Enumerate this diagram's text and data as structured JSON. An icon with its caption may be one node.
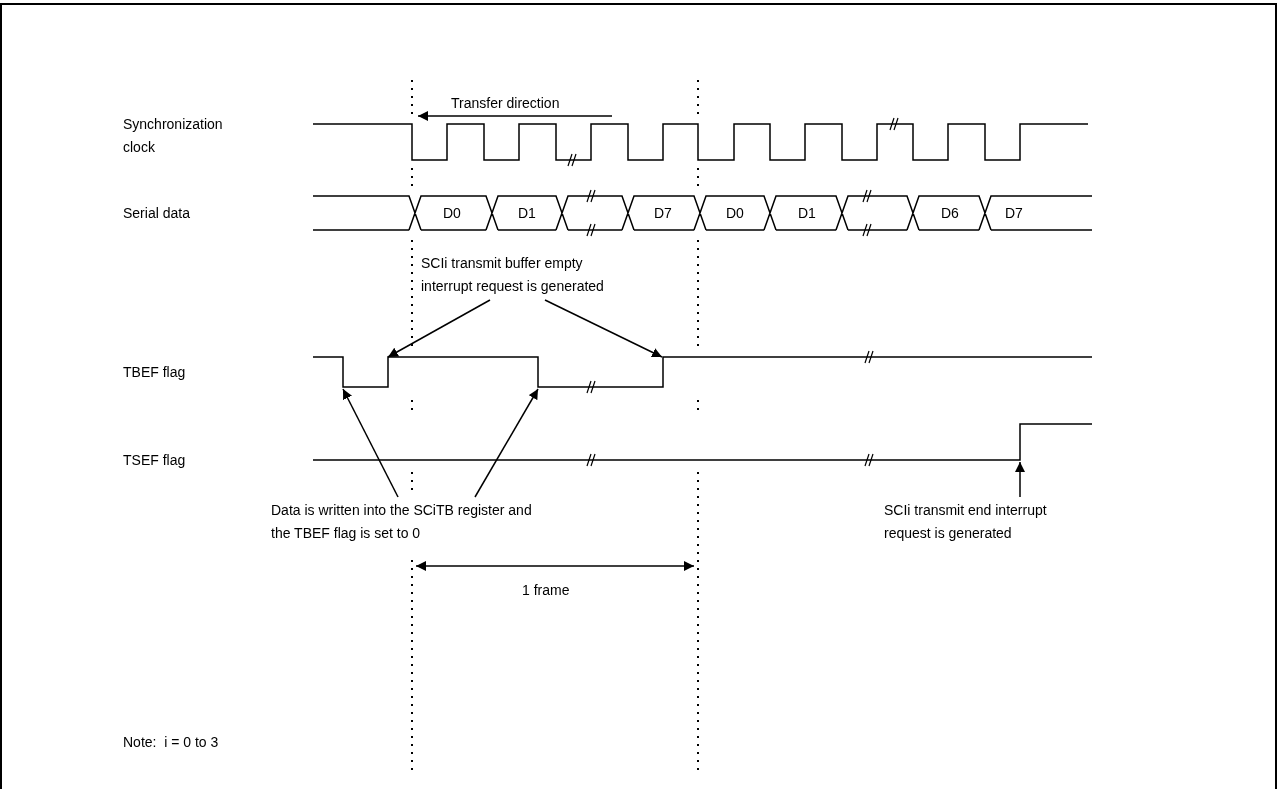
{
  "diagram": {
    "nodes": [
      {
        "text": [
          "SCIi transmit buffer empty interrupt request is generated"
        ]
      },
      {
        "text": [
          "Data is written into the SCiTB register and the TBEF flag is set to 0"
        ]
      },
      {
        "text": [
          "SCIi transmit end interrupt request is generated"
        ]
      },
      {
        "text": [],
        "shape": "waveform"
      },
      {
        "text": [],
        "shape": "waveform"
      }
    ],
    "edges": [
      {
        "from": 0,
        "to": 3,
        "arrow": "to"
      },
      {
        "from": 0,
        "to": 3,
        "arrow": "to"
      },
      {
        "from": 1,
        "to": 3,
        "arrow": "to"
      },
      {
        "from": 1,
        "to": 3,
        "arrow": "to"
      },
      {
        "from": 2,
        "to": 4,
        "arrow": "to"
      }
    ],
    "labels": [
      "Transfer direction",
      "Synchronization clock",
      "Serial data",
      "D0",
      "D1",
      "D7",
      "D0",
      "D1",
      "D6",
      "D7",
      "TBEF flag",
      "TSEF flag",
      "1 frame",
      "Note:  i = 0 to 3"
    ]
  }
}
